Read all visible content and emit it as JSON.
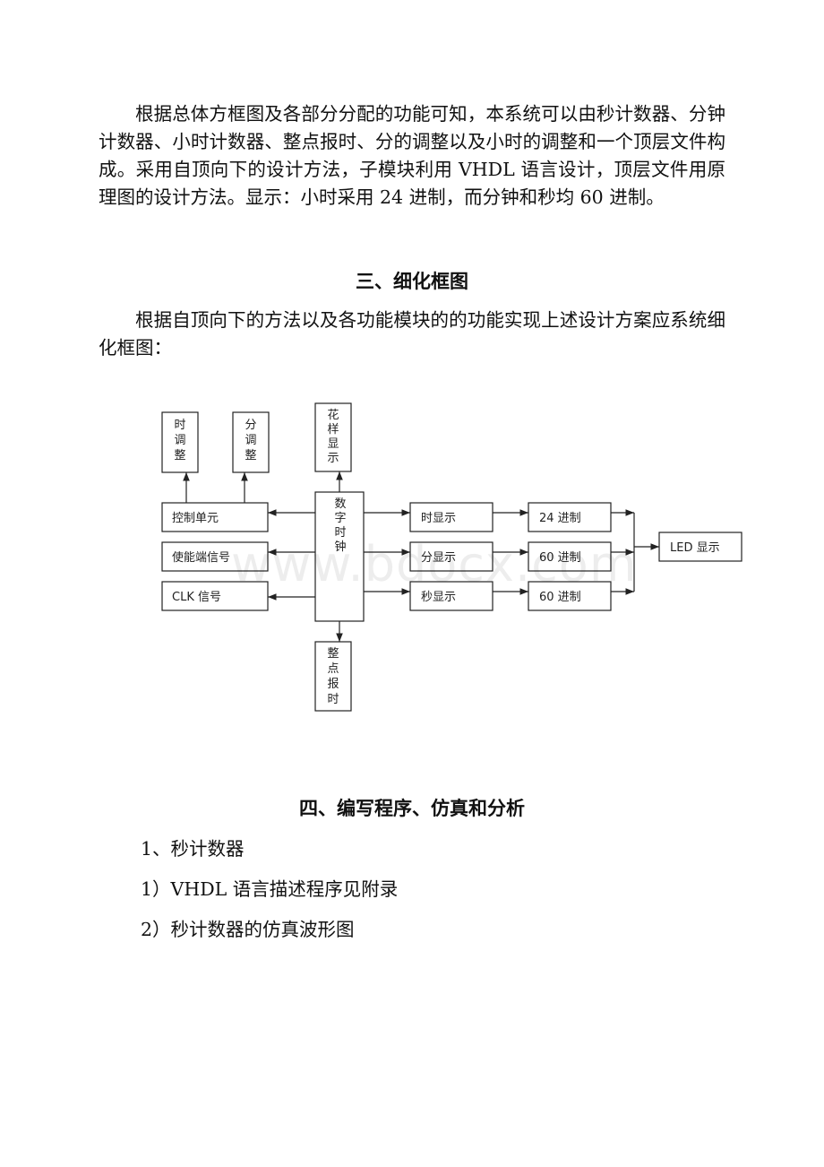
{
  "intro": {
    "paragraph": "根据总体方框图及各部分分配的功能可知，本系统可以由秒计数器、分钟计数器、小时计数器、整点报时、分的调整以及小时的调整和一个顶层文件构成。采用自顶向下的设计方法，子模块利用 VHDL 语言设计，顶层文件用原理图的设计方法。显示：小时采用 24 进制，而分钟和秒均 60 进制。"
  },
  "section3": {
    "title": "三、细化框图",
    "paragraph": "根据自顶向下的方法以及各功能模块的的功能实现上述设计方案应系统细化框图："
  },
  "diagram": {
    "hour_adjust": [
      "时",
      "调",
      "整"
    ],
    "min_adjust": [
      "分",
      "调",
      "整"
    ],
    "pattern_display": [
      "花",
      "样",
      "显",
      "示"
    ],
    "digital_clock": [
      "数",
      "字",
      "时",
      "钟"
    ],
    "hourly_chime": [
      "整",
      "点",
      "报",
      "时"
    ],
    "control_unit": "控制单元",
    "enable_signal": "使能端信号",
    "clk_signal": "CLK 信号",
    "hour_display": "时显示",
    "min_display": "分显示",
    "sec_display": "秒显示",
    "base24": "24 进制",
    "base60_min": "60 进制",
    "base60_sec": "60 进制",
    "led_display": "LED 显示"
  },
  "watermark": "www.bdocx.com",
  "section4": {
    "title": "四、编写程序、仿真和分析",
    "item1": "1、秒计数器",
    "item1_1": "1）VHDL 语言描述程序见附录",
    "item1_2": "2）秒计数器的仿真波形图"
  }
}
